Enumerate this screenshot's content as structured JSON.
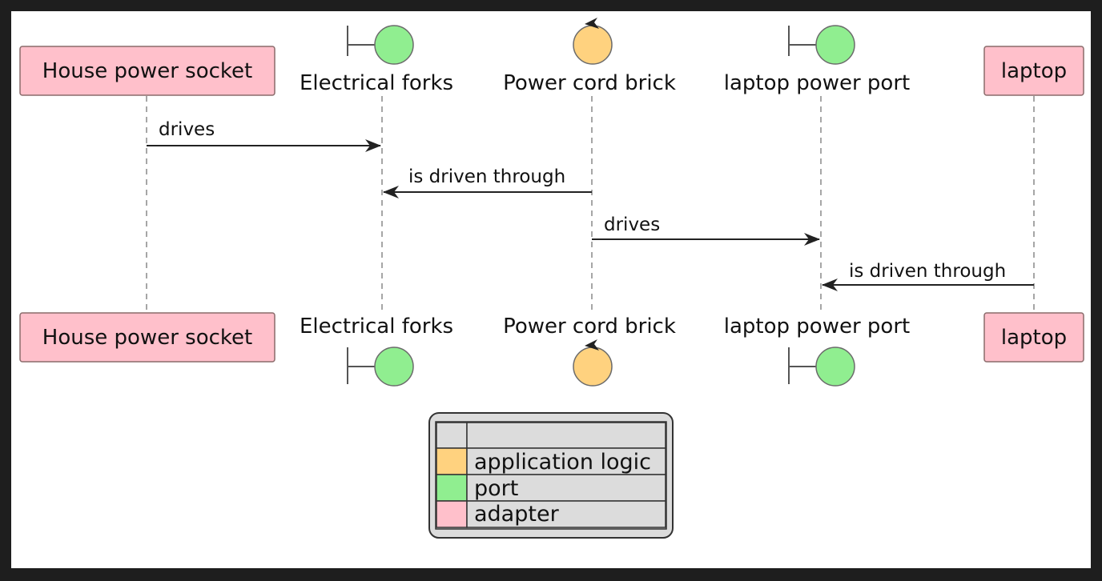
{
  "participants": [
    {
      "id": "house-power-socket",
      "label": "House power socket",
      "kind": "adapter"
    },
    {
      "id": "electrical-forks",
      "label": "Electrical forks",
      "kind": "port"
    },
    {
      "id": "power-cord-brick",
      "label": "Power cord brick",
      "kind": "application-logic"
    },
    {
      "id": "laptop-power-port",
      "label": "laptop power port",
      "kind": "port"
    },
    {
      "id": "laptop",
      "label": "laptop",
      "kind": "adapter"
    }
  ],
  "messages": [
    {
      "from": "house-power-socket",
      "to": "electrical-forks",
      "label": "drives"
    },
    {
      "from": "power-cord-brick",
      "to": "electrical-forks",
      "label": "is driven through"
    },
    {
      "from": "power-cord-brick",
      "to": "laptop-power-port",
      "label": "drives"
    },
    {
      "from": "laptop",
      "to": "laptop-power-port",
      "label": "is driven through"
    }
  ],
  "legend": {
    "rows": [
      {
        "label": "",
        "color": "#dcdcdc"
      },
      {
        "label": "application logic",
        "color": "#ffd27f"
      },
      {
        "label": "port",
        "color": "#90ee90"
      },
      {
        "label": "adapter",
        "color": "#ffc0cb"
      }
    ]
  },
  "colors": {
    "application_logic": "#ffd27f",
    "port": "#90ee90",
    "adapter": "#ffc0cb"
  }
}
